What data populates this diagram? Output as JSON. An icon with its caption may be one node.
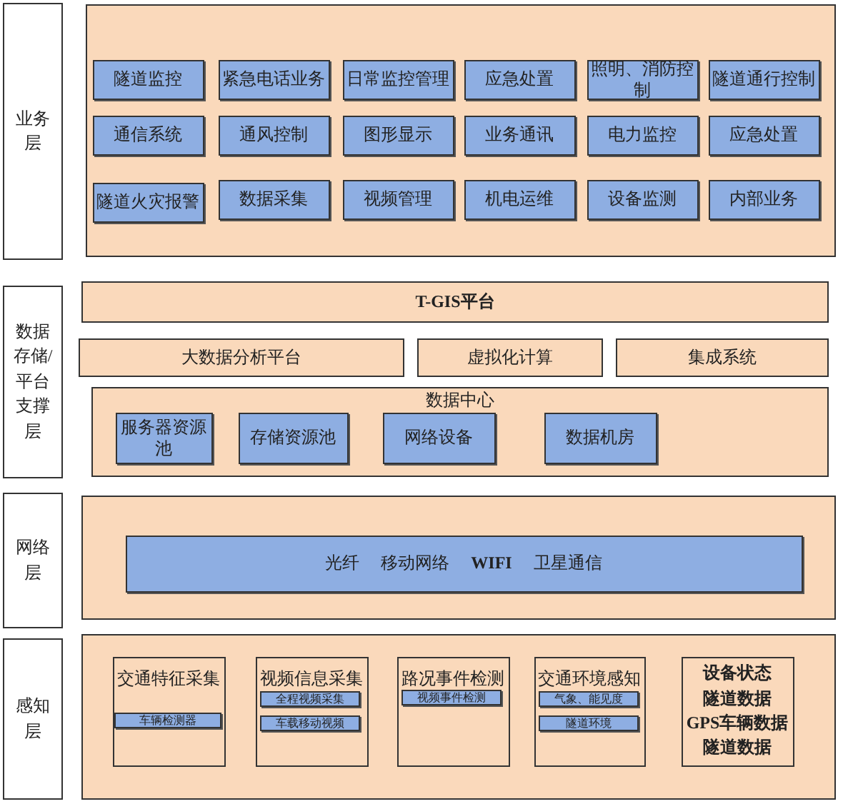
{
  "diagram": {
    "nodes": [
      {
        "text": [
          "业务层"
        ]
      },
      {
        "text": [],
        "shape": "box"
      },
      {
        "text": [
          "隧道监控"
        ],
        "in": 1
      },
      {
        "text": [
          "紧急电话业务"
        ],
        "in": 1
      },
      {
        "text": [
          "日常监控管理"
        ],
        "in": 1
      },
      {
        "text": [
          "应急处置"
        ],
        "in": 1
      },
      {
        "text": [
          "照明、消防控制"
        ],
        "in": 1
      },
      {
        "text": [
          "隧道通行控制"
        ],
        "in": 1
      },
      {
        "text": [
          "通信系统"
        ],
        "in": 1
      },
      {
        "text": [
          "通风控制"
        ],
        "in": 1
      },
      {
        "text": [
          "图形显示"
        ],
        "in": 1
      },
      {
        "text": [
          "业务通讯"
        ],
        "in": 1
      },
      {
        "text": [
          "电力监控"
        ],
        "in": 1
      },
      {
        "text": [
          "应急处置"
        ],
        "in": 1
      },
      {
        "text": [
          "隧道火灾报警"
        ],
        "in": 1
      },
      {
        "text": [
          "数据采集"
        ],
        "in": 1
      },
      {
        "text": [
          "视频管理"
        ],
        "in": 1
      },
      {
        "text": [
          "机电运维"
        ],
        "in": 1
      },
      {
        "text": [
          "设备监测"
        ],
        "in": 1
      },
      {
        "text": [
          "内部业务"
        ],
        "in": 1
      },
      {
        "text": [
          "数据存储/平台支撑层"
        ]
      },
      {
        "text": [
          "T-GIS平台"
        ]
      },
      {
        "text": [
          "大数据分析平台"
        ]
      },
      {
        "text": [
          "虚拟化计算"
        ]
      },
      {
        "text": [
          "集成系统"
        ]
      },
      {
        "text": [
          "数据中心"
        ]
      },
      {
        "text": [
          "服务器资源池"
        ],
        "in": 25
      },
      {
        "text": [
          "存储资源池"
        ],
        "in": 25
      },
      {
        "text": [
          "网络设备"
        ],
        "in": 25
      },
      {
        "text": [
          "数据机房"
        ],
        "in": 25
      },
      {
        "text": [
          "网络层"
        ]
      },
      {
        "text": [],
        "shape": "box"
      },
      {
        "text": [
          "光纤 移动网络 **WIFI** 卫星通信"
        ],
        "in": 31
      },
      {
        "text": [
          "感知层"
        ]
      },
      {
        "text": [],
        "shape": "box"
      },
      {
        "text": [
          "交通特征采集"
        ],
        "in": 34
      },
      {
        "text": [
          "车辆检测器"
        ],
        "in": 35
      },
      {
        "text": [
          "视频信息采集"
        ],
        "in": 34
      },
      {
        "text": [
          "全程视频采集"
        ],
        "in": 37
      },
      {
        "text": [
          "车载移动视频"
        ],
        "in": 37
      },
      {
        "text": [
          "路况事件检测"
        ],
        "in": 34
      },
      {
        "text": [
          "视频事件检测"
        ],
        "in": 40
      },
      {
        "text": [
          "交通环境感知"
        ],
        "in": 34
      },
      {
        "text": [
          "气象、能见度"
        ],
        "in": 42
      },
      {
        "text": [
          "隧道环境"
        ],
        "in": 42
      },
      {
        "text": [
          "设备状态",
          "隧道数据",
          "GPS车辆数据",
          "隧道数据"
        ],
        "in": 34
      }
    ]
  }
}
